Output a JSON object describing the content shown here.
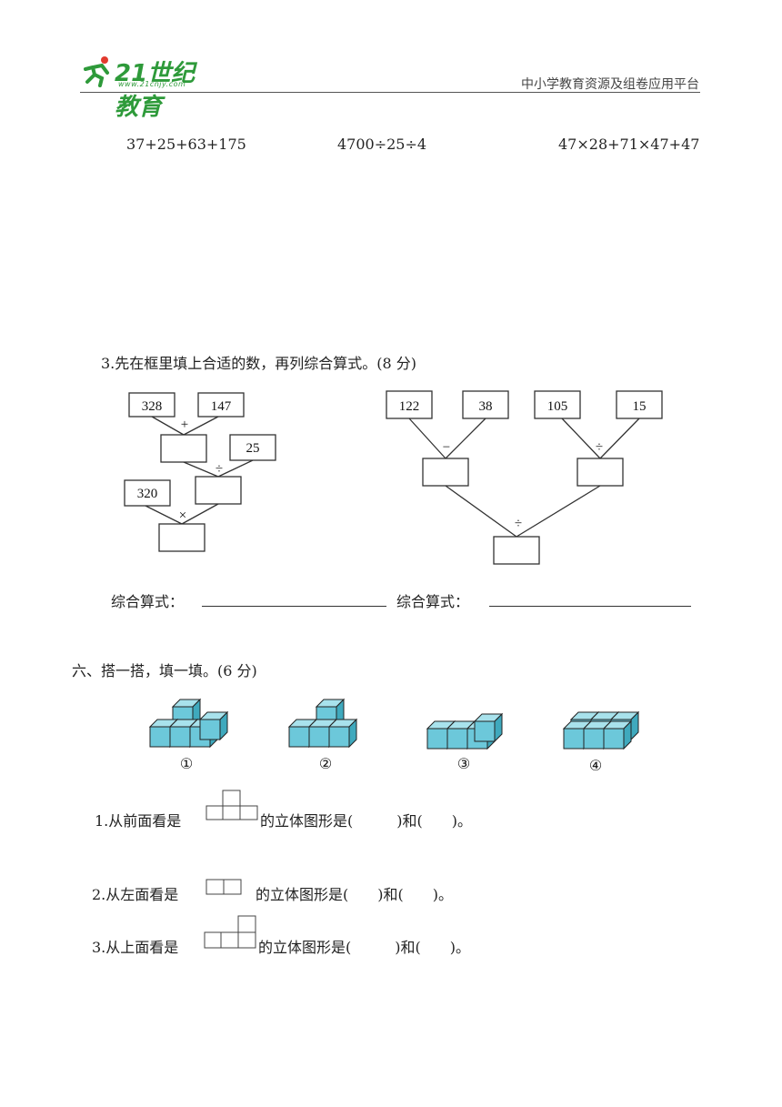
{
  "header": {
    "logo_text": "21世纪教育",
    "logo_url": "www.21cnjy.com",
    "platform": "中小学教育资源及组卷应用平台"
  },
  "expressions": [
    "37+25+63+175",
    "4700÷25÷4",
    "47×28+71×47+47"
  ],
  "q3": {
    "title": "3.先在框里填上合适的数，再列综合算式。(8 分)",
    "tree1": {
      "n1": "328",
      "n2": "147",
      "op1": "+",
      "n3": "25",
      "op2": "÷",
      "n4": "320",
      "op3": "×"
    },
    "tree2": {
      "n1": "122",
      "n2": "38",
      "op1": "−",
      "n3": "105",
      "n4": "15",
      "op2": "÷",
      "op3": "÷"
    },
    "formula_label_1": "综合算式：",
    "formula_label_2": "综合算式："
  },
  "section6": {
    "title": "六、搭一搭，填一填。(6 分)",
    "figure_labels": [
      "①",
      "②",
      "③",
      "④"
    ],
    "cube_color": "#6cc8da",
    "q1_prefix": "1.从前面看是",
    "q1_suffix": "的立体图形是(　　　)和(　　)。",
    "q2_prefix": "2.从左面看是",
    "q2_suffix": "的立体图形是(　　)和(　　)。",
    "q3_prefix": "3.从上面看是",
    "q3_suffix": "的立体图形是(　　　)和(　　)。"
  }
}
